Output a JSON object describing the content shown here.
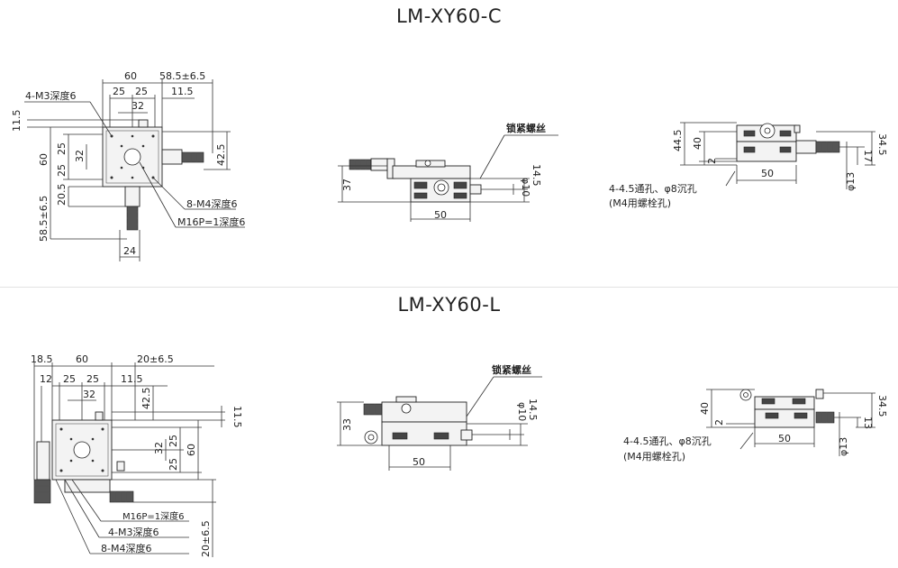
{
  "titles": {
    "c": "LM-XY60-C",
    "l": "LM-XY60-L"
  },
  "c_top": {
    "d_60": "60",
    "d_585": "58.5±6.5",
    "d_25a": "25",
    "d_25b": "25",
    "d_115": "11.5",
    "d_32": "32",
    "d_115v": "11.5",
    "d_25v1": "25",
    "d_32v": "32",
    "d_60v": "60",
    "d_25v2": "25",
    "d_425": "42.5",
    "d_205": "20.5",
    "d_585v": "58.5±6.5",
    "d_24": "24",
    "callout_m3": "4-M3深度6",
    "callout_m4": "8-M4深度6",
    "callout_m16": "M16P=1深度6"
  },
  "c_front": {
    "lock": "锁紧螺丝",
    "d_37": "37",
    "d_phi10": "φ10",
    "d_145": "14.5",
    "d_50": "50"
  },
  "c_side": {
    "d_445": "44.5",
    "d_40": "40",
    "d_2": "2",
    "d_50": "50",
    "d_345": "34.5",
    "d_17": "17",
    "d_phi13": "φ13",
    "holes": "4-4.5通孔、φ8沉孔",
    "holes2": "(M4用螺栓孔)"
  },
  "l_top": {
    "d_185": "18.5",
    "d_60": "60",
    "d_20": "20±6.5",
    "d_12": "12",
    "d_25a": "25",
    "d_25b": "25",
    "d_115": "11.5",
    "d_32": "32",
    "d_425": "42.5",
    "d_115v": "11.5",
    "d_32v": "32",
    "d_25v1": "25",
    "d_25v2": "25",
    "d_60v": "60",
    "d_20v": "20±6.5",
    "callout_m16": "M16P=1深度6",
    "callout_m3": "4-M3深度6",
    "callout_m4": "8-M4深度6"
  },
  "l_front": {
    "lock": "锁紧螺丝",
    "d_33": "33",
    "d_phi10": "φ10",
    "d_145": "14.5",
    "d_50": "50"
  },
  "l_side": {
    "d_40": "40",
    "d_2": "2",
    "d_50": "50",
    "d_345": "34.5",
    "d_13": "13",
    "d_phi13": "φ13",
    "holes": "4-4.5通孔、φ8沉孔",
    "holes2": "(M4用螺栓孔)"
  }
}
